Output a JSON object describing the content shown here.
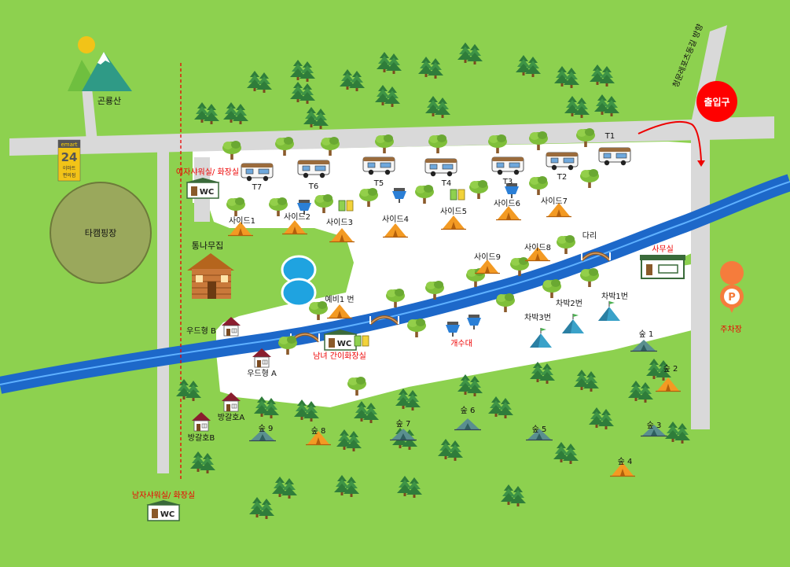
{
  "colors": {
    "grass": "#8dd14f",
    "road": "#d9d9d9",
    "river": "#1f6fd0",
    "plaza": "#ffffff",
    "entrance": "#ff0000",
    "accent_red": "#e60000",
    "tree": "#3a7a3a"
  },
  "places": {
    "mountain": "곤룡산",
    "store_brand": "emart",
    "store_num": "24",
    "store_name1": "이마트",
    "store_name2": "편의점",
    "field": "타캠핑장",
    "shower_top": "여자샤워실/  화장실",
    "shower_bottom": "남자샤워실/  화장실",
    "log_house": "통나무집",
    "entrance": "출입구",
    "road_sign": "청문레포츠동길 방향",
    "office": "사무실",
    "parking": "주차장",
    "parking_icon": "P",
    "washroom": "남녀  간이화장실",
    "sink": "개수대",
    "bridge": "다리",
    "wood_b": "우드형  B",
    "wood_a": "우드형  A",
    "bungalow_a": "방갈호A",
    "bungalow_b": "방갈호B",
    "reserve": "예비1 번",
    "wc": "WC"
  },
  "trailers": [
    "T1",
    "T2",
    "T3",
    "T4",
    "T5",
    "T6",
    "T7"
  ],
  "sites": [
    "사이드1",
    "사이드2",
    "사이드3",
    "사이드4",
    "사이드5",
    "사이드6",
    "사이드7",
    "사이드8",
    "사이드9"
  ],
  "car_sites": [
    "차박1번",
    "차박2번",
    "차박3번"
  ],
  "forest_sites": [
    "숲 1",
    "숲 2",
    "숲 3",
    "숲 4",
    "숲 5",
    "숲 6",
    "숲 7",
    "숲 8",
    "숲 9"
  ]
}
